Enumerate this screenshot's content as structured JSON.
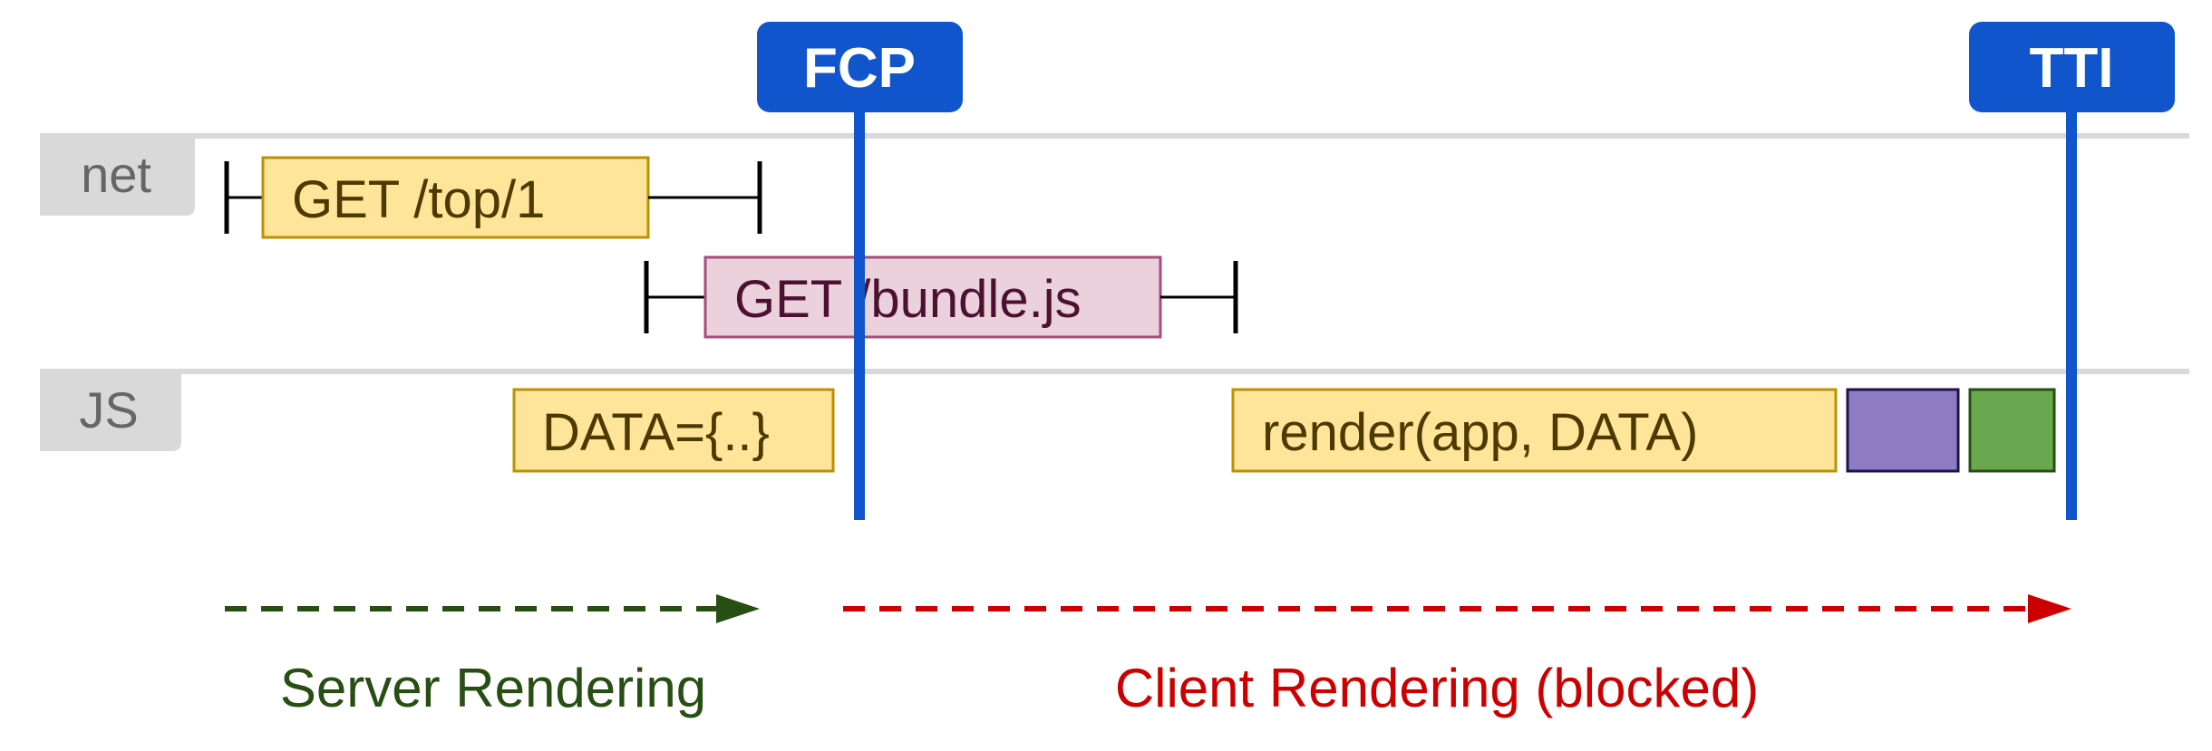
{
  "lanes": {
    "net": "net",
    "js": "JS"
  },
  "markers": {
    "fcp": "FCP",
    "tti": "TTI"
  },
  "net_requests": [
    {
      "label": "GET /top/1"
    },
    {
      "label": "GET /bundle.js"
    }
  ],
  "js_tasks": {
    "data": "DATA={..}",
    "render": "render(app, DATA)"
  },
  "phases": {
    "server": "Server Rendering",
    "client": "Client Rendering (blocked)"
  },
  "colors": {
    "marker_blue": "#1155cc",
    "lane_gray": "#d9d9d9",
    "lane_label_text": "#666666",
    "yellow_fill": "#ffe599",
    "yellow_border": "#bf9000",
    "yellow_text": "#4d3a00",
    "pink_fill": "#ead1dc",
    "pink_border": "#a64d79",
    "pink_text": "#4c1130",
    "purple_fill": "#8e7cc3",
    "purple_border": "#20124d",
    "green_fill": "#6aa84f",
    "green_border": "#274e13",
    "server_green": "#274e13",
    "client_red": "#cc0000"
  }
}
